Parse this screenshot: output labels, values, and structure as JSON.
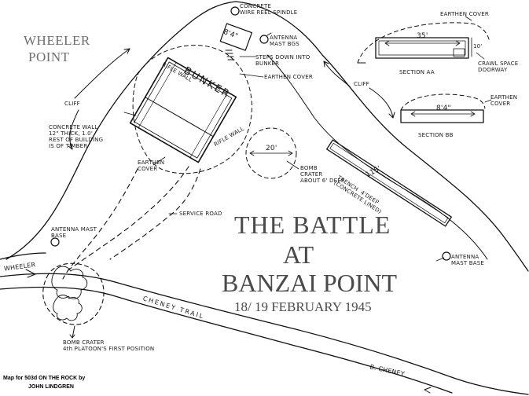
{
  "place_names": {
    "wheeler": "WHEELER",
    "point": "POINT"
  },
  "title": {
    "line1": "THE BATTLE",
    "line2": "AT",
    "line3": "BANZAI POINT",
    "date": "18/ 19 FEBRUARY 1945"
  },
  "labels": {
    "cliff_left": "CLIFF",
    "cliff_right": "CLIFF",
    "concrete_spindle": "CONCRETE\nWIRE REEL SPINDLE",
    "box_size": "8'4\"",
    "antenna_mast_bags": "ANTENNA\nMAST BGS",
    "steps_down": "STEPS DOWN INTO\nBUNKER",
    "earthen_cover_top": "EARTHEN COVER",
    "bunker": "BUNKER",
    "rifle_wall_top": "RIFLE WALL",
    "concrete_wall_note": "CONCRETE WALL\n12\" THICK, 1.0'\nREST OF BUILDING\nIS OF TIMBER",
    "earthen_cover_left": "EARTHEN\nCOVER",
    "rifle_wall_right": "RIFLE WALL",
    "dim_20": "20'",
    "bomb_crater_deep": "BOMB\nCRATER\nABOUT 6' DEEP",
    "trench_label": "TRENCH  4'DEEP\n(CONCRETE LINED)",
    "trench_len": "115'",
    "antenna_mast_base_left": "ANTENNA MAST\nBASE",
    "service_road": "SERVICE ROAD",
    "antenna_mast_base_right": "ANTENNA\nMAST BASE",
    "wheeler_road": "WHEELER",
    "cheney_trail": "CHENEY   TRAIL",
    "bomb_crater_first": "BOMB CRATER\n4th PLATOON'S FIRST POSITION",
    "b_cheney": "B. CHENEY"
  },
  "sections": {
    "aa_earthen_cover": "EARTHEN COVER",
    "aa_dim": "35'",
    "aa_height": "10'",
    "aa_crawl": "CRAWL SPACE\nDOORWAY",
    "aa_name": "SECTION AA",
    "bb_earthen_cover": "EARTHEN\nCOVER",
    "bb_dim": "8'4\"",
    "bb_name": "SECTION BB"
  },
  "credit": {
    "line1": "Map for 503d ON THE ROCK by",
    "line2": "JOHN LINDGREN"
  },
  "colors": {
    "ink": "#111111",
    "title_gray": "#4a4a4a",
    "place_gray": "#6e6e6e",
    "paper": "#ffffff"
  }
}
